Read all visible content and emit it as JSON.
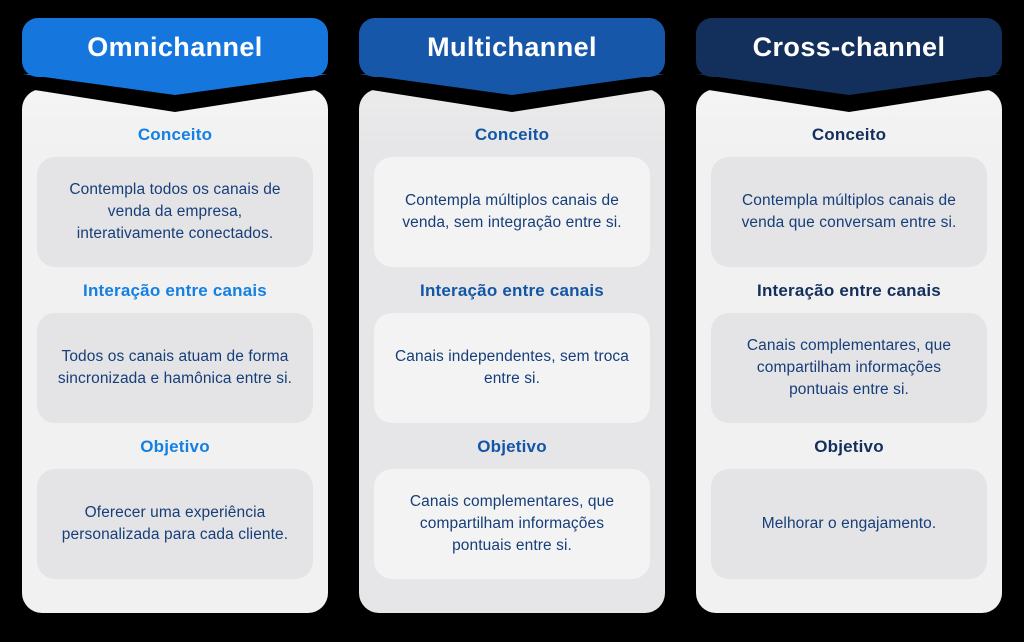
{
  "page": {
    "background_color": "#000000"
  },
  "columns": [
    {
      "title": "Omnichannel",
      "colors": {
        "header": "#1577de",
        "heading": "#1380e2",
        "card_bg": "#f1f1f2",
        "card_top": "#f4f4f5",
        "box_bg": "#e4e4e6",
        "text": "#163e78"
      },
      "sections": [
        {
          "heading": "Conceito",
          "text": "Contempla todos os canais de venda da empresa, interativamente conectados."
        },
        {
          "heading": "Interação entre canais",
          "text": "Todos os canais atuam de forma sincronizada e hamônica entre si."
        },
        {
          "heading": "Objetivo",
          "text": "Oferecer uma experiência personalizada para cada cliente."
        }
      ]
    },
    {
      "title": "Multichannel",
      "colors": {
        "header": "#1757a9",
        "heading": "#1356a6",
        "card_bg": "#e6e6e8",
        "card_top": "#ebebec",
        "box_bg": "#f3f3f4",
        "text": "#163e78"
      },
      "sections": [
        {
          "heading": "Conceito",
          "text": "Contempla múltiplos canais de venda, sem integração entre si."
        },
        {
          "heading": "Interação entre canais",
          "text": "Canais independentes, sem troca entre si."
        },
        {
          "heading": "Objetivo",
          "text": "Canais complementares, que compartilham informações pontuais entre si."
        }
      ]
    },
    {
      "title": "Cross-channel",
      "colors": {
        "header": "#132f5b",
        "heading": "#142f5c",
        "card_bg": "#f1f1f2",
        "card_top": "#f4f4f5",
        "box_bg": "#e4e4e6",
        "text": "#163e78"
      },
      "sections": [
        {
          "heading": "Conceito",
          "text": "Contempla múltiplos canais de venda que conversam entre si."
        },
        {
          "heading": "Interação entre canais",
          "text": "Canais complementares, que compartilham informações pontuais entre si."
        },
        {
          "heading": "Objetivo",
          "text": "Melhorar o engajamento."
        }
      ]
    }
  ]
}
